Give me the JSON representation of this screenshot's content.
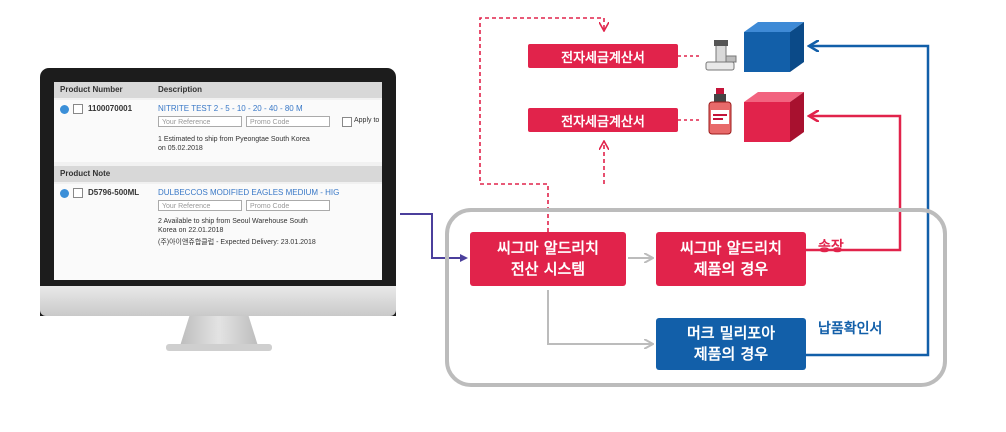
{
  "colors": {
    "red": "#e1234b",
    "blue": "#125fa9",
    "gray": "#bcbcbc",
    "purple": "#4b3f9c"
  },
  "screen": {
    "header": {
      "col1": "Product Number",
      "col2": "Description"
    },
    "product1": {
      "number": "1100070001",
      "name": "NITRITE TEST 2 - 5 - 10 - 20 - 40 - 80 M",
      "reference_placeholder": "Your Reference",
      "promo_placeholder": "Promo Code",
      "apply_label": "Apply to",
      "ship_line1": "1 Estimated to ship from Pyeongtae South Korea",
      "ship_line2": "on 05.02.2018"
    },
    "note_header": "Product Note",
    "product2": {
      "number": "D5796-500ML",
      "name": "DULBECCOS MODIFIED EAGLES MEDIUM - HIG",
      "reference_placeholder": "Your Reference",
      "promo_placeholder": "Promo Code",
      "ship_line1": "2 Available to ship from Seoul Warehouse South",
      "ship_line2": "Korea on 22.01.2018",
      "ship_line3": "(주)아이앤쥬합클럽 - Expected Delivery: 23.01.2018"
    }
  },
  "diagram": {
    "invoice_top": "전자세금계산서",
    "invoice_bottom": "전자세금계산서",
    "system_line1": "씨그마 알드리치",
    "system_line2": "전산 시스템",
    "sigma_line1": "씨그마 알드리치",
    "sigma_line2": "제품의 경우",
    "merck_line1": "머크 밀리포아",
    "merck_line2": "제품의 경우",
    "label_invoice": "송장",
    "label_delivery": "납품확인서"
  }
}
